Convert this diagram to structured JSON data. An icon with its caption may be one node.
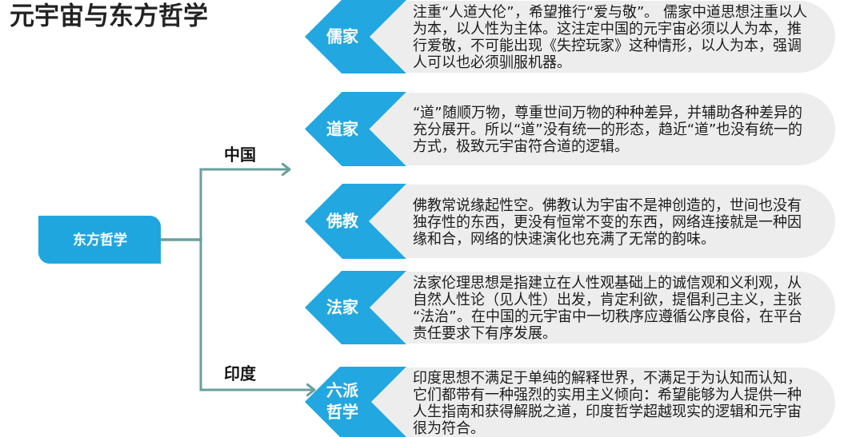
{
  "diagram": {
    "title": "元宇宙与东方哲学",
    "nodes": [
      {
        "text": [
          "东方哲学"
        ]
      },
      {
        "text": [
          "儒家"
        ]
      },
      {
        "text": [
          "注重“人道大伦”，希望推行“爱与敬”。 儒家中道思想注重以人为本，以人性为主体。这注定中国的元宇宙必须以人为本，推行爱敬，不可能出现《失控玩家》这种情形，以人为本，强调人可以也必须驯服机器。"
        ]
      },
      {
        "text": [
          "道家"
        ]
      },
      {
        "text": [
          "“道”随顺万物，尊重世间万物的种种差异，并辅助各种差异的充分展开。所以“道”没有统一的形态，趋近“道”也没有统一的方式，极致元宇宙符合道的逻辑。"
        ]
      },
      {
        "text": [
          "佛教"
        ]
      },
      {
        "text": [
          "佛教常说缘起性空。佛教认为宇宙不是神创造的，世间也没有独存性的东西，更没有恒常不变的东西，网络连接就是一种因缘和合，网络的快速演化也充满了无常的韵味。"
        ]
      },
      {
        "text": [
          "法家"
        ]
      },
      {
        "text": [
          "法家伦理思想是指建立在人性观基础上的诚信观和义利观，从自然人性论（见人性）出发，肯定利欲，提倡利己主义，主张“法治”。在中国的元宇宙中一切秩序应遵循公序良俗，在平台责任要求下有序发展。"
        ]
      },
      {
        "text": [
          "六派哲学"
        ]
      },
      {
        "text": [
          "印度思想不满足于单纯的解释世界，不满足于为认知而认知，它们都带有一种强烈的实用主义倾向：希望能够为人提供一种人生指南和获得解脱之道，印度哲学超越现实的逻辑和元宇宙很为符合。"
        ]
      }
    ],
    "edges": [
      {
        "from": 0,
        "to": null,
        "arrow": "to",
        "label": "中国"
      },
      {
        "from": 0,
        "to": 9,
        "arrow": "to",
        "label": "印度"
      }
    ]
  }
}
